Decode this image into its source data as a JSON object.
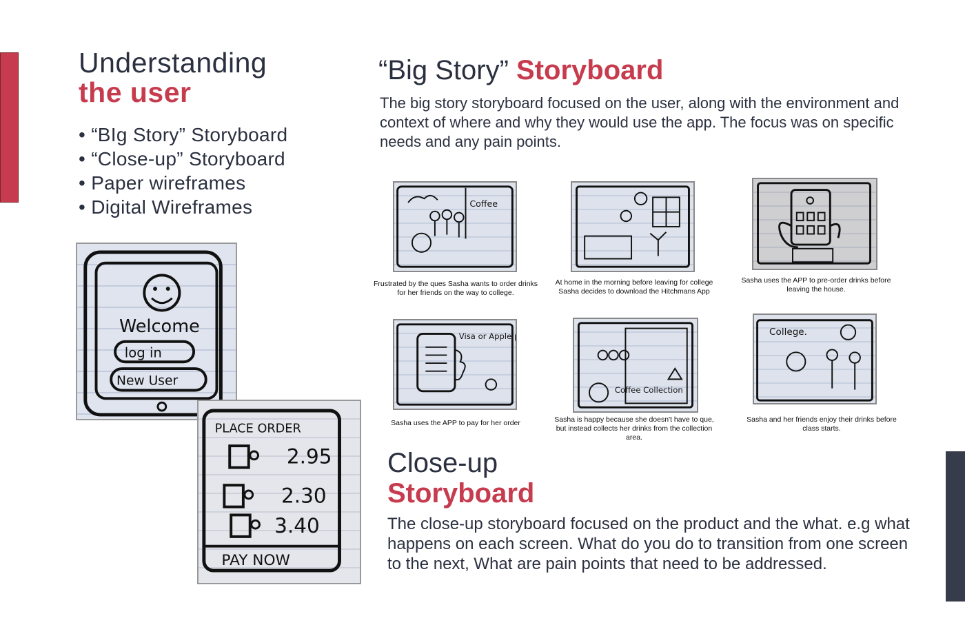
{
  "left": {
    "title_light": "Understanding",
    "title_bold": "the user",
    "list": [
      "“BIg Story” Storyboard",
      "“Close-up” Storyboard",
      "Paper wireframes",
      "Digital Wireframes"
    ]
  },
  "wireframe_welcome": {
    "welcome": "Welcome",
    "login": "log in",
    "new_user": "New User"
  },
  "wireframe_order": {
    "title": "PLACE ORDER",
    "prices": [
      "2.95",
      "2.30",
      "3.40"
    ],
    "pay": "PAY NOW"
  },
  "big_story": {
    "title_light": "“Big Story” ",
    "title_bold": "Storyboard",
    "description": "The big story storyboard focused on the user, along with the environment and context of where and why they would use the app.  The focus was on specific needs and any pain points.",
    "frames": [
      {
        "caption": "Frustrated by the ques Sasha wants to order drinks for her friends on the way to college.",
        "sketch_text": "Coffee"
      },
      {
        "caption": "At home in the morning before leaving for college Sasha decides to download the Hitchmans App",
        "sketch_text": ""
      },
      {
        "caption": "Sasha uses the APP to pre-order drinks before leaving the house.",
        "sketch_text": ""
      },
      {
        "caption": "Sasha uses the APP to pay for her order",
        "sketch_text": "Visa or Apple pay"
      },
      {
        "caption": "Sasha is happy because she doesn't have to que, but instead collects her drinks from the collection area.",
        "sketch_text": "Coffee Collection"
      },
      {
        "caption": "Sasha and her friends enjoy their drinks before class starts.",
        "sketch_text": "College."
      }
    ]
  },
  "close_up": {
    "title_light": "Close-up",
    "title_bold": "Storyboard",
    "description": "The close-up storyboard focused on the product and the what.  e.g what happens on each screen.  What do you do to transition from one screen to the next, What are pain points that need to be addressed."
  },
  "colors": {
    "accent": "#c63c4e",
    "dark": "#363c4a",
    "text": "#2b3040"
  }
}
